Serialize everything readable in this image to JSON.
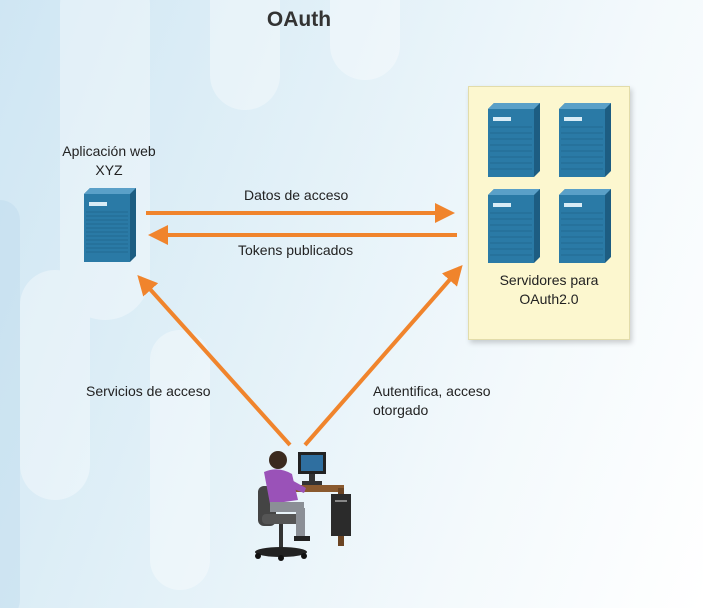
{
  "title": "OAuth",
  "app": {
    "line1": "Aplicación web",
    "line2": "XYZ"
  },
  "servers": {
    "line1": "Servidores para",
    "line2": "OAuth2.0"
  },
  "arrows": {
    "data_access": "Datos de acceso",
    "tokens": "Tokens publicados",
    "access_services": "Servicios de acceso",
    "auth_line1": "Autentifica, acceso",
    "auth_line2": "otorgado"
  },
  "colors": {
    "arrow": "#f0842c",
    "server": "#2a7aa6",
    "box": "#fcf7cf"
  }
}
